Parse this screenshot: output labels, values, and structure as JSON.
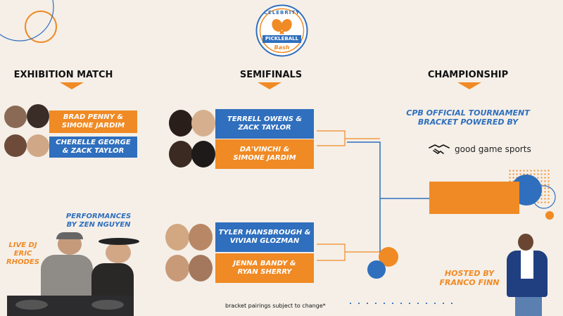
{
  "logo": {
    "top_text": "CELEBRITY",
    "middle_text": "PICKLEBALL",
    "script_text": "Bash"
  },
  "headers": {
    "exhibition": "EXHIBITION MATCH",
    "semifinals": "SEMIFINALS",
    "championship": "CHAMPIONSHIP"
  },
  "exhibition": {
    "team1": "BRAD PENNY &\nSIMONE JARDIM",
    "team2": "CHERELLE GEORGE\n& ZACK TAYLOR"
  },
  "semifinals": {
    "match1": {
      "team1": "TERRELL OWENS &\nZACK TAYLOR",
      "team2": "DA'VINCHI &\nSIMONE JARDIM"
    },
    "match2": {
      "team1": "TYLER HANSBROUGH &\nVIVIAN GLOZMAN",
      "team2": "JENNA BANDY &\nRYAN SHERRY"
    }
  },
  "performances": "PERFORMANCES\nBY ZEN NGUYEN",
  "live_dj": "LIVE DJ\nERIC RHODES",
  "official": "CPB OFFICIAL TOURNAMENT\nBRACKET POWERED BY",
  "sponsor": "good game sports",
  "hosted": "HOSTED BY\nFRANCO FINN",
  "footnote": "bracket pairings subject to change*",
  "colors": {
    "orange": "#f08a24",
    "blue": "#2f6fbd",
    "background": "#f5efe8"
  }
}
